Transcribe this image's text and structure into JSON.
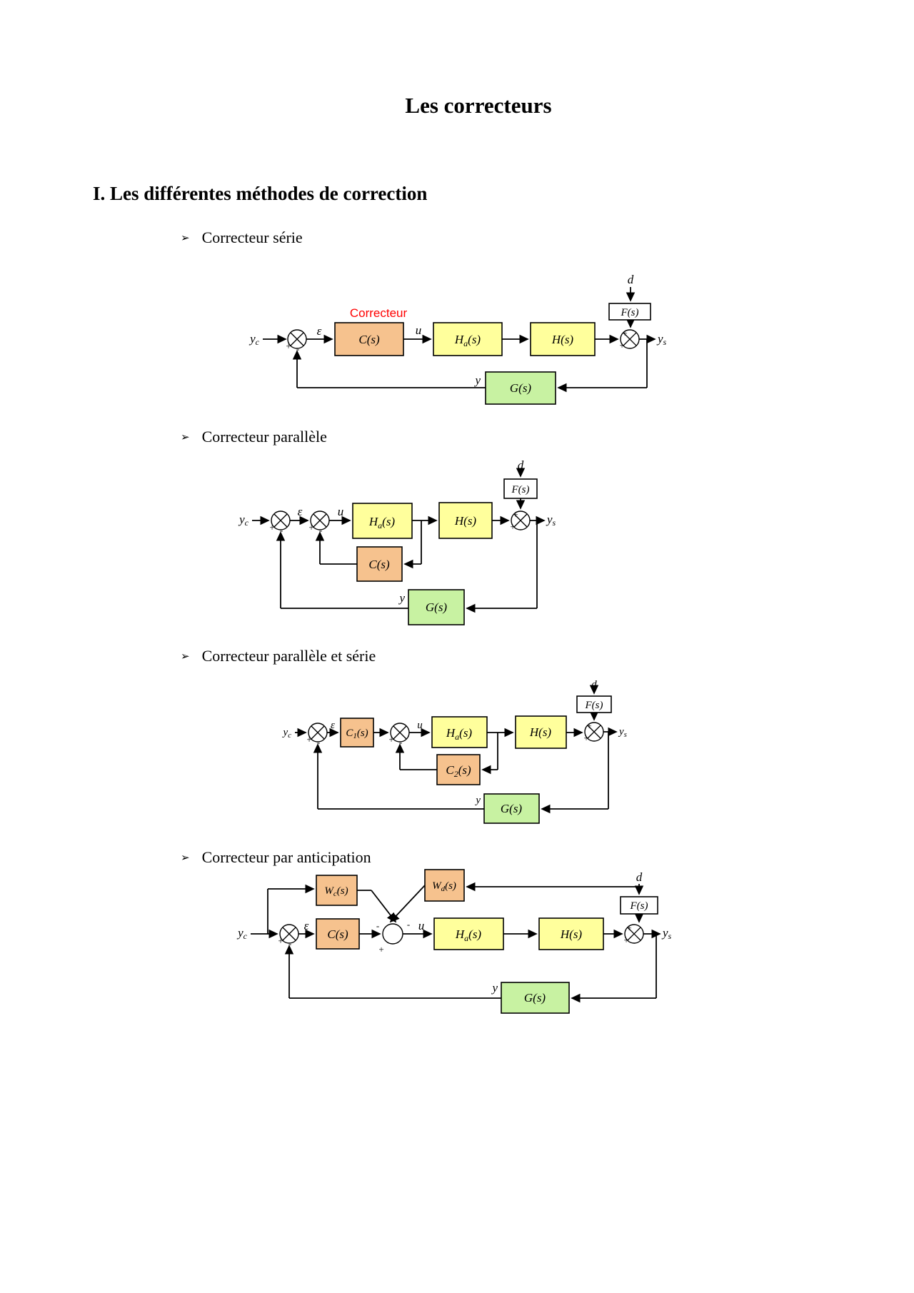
{
  "title": "Les correcteurs",
  "heading": "I. Les différentes méthodes de correction",
  "bullets": {
    "glyph": "➢",
    "serie": "Correcteur série",
    "parallele": "Correcteur parallèle",
    "parallele_serie": "Correcteur parallèle et série",
    "anticipation": "Correcteur par anticipation"
  },
  "annotations": {
    "correcteur": "Correcteur"
  },
  "signals": {
    "y": "y",
    "sub_c": "c",
    "sub_s": "s",
    "epsilon": "ε",
    "u": "u",
    "d": "d"
  },
  "blocks": {
    "C": "C",
    "H": "H",
    "F": "F",
    "G": "G",
    "W": "W",
    "sub_a": "a",
    "sub_c": "c",
    "sub_d": "d",
    "sub_1": "1",
    "sub_2": "2",
    "s_arg": "(s)"
  },
  "signs": {
    "plus": "+",
    "minus": "-"
  },
  "colors": {
    "corrector_fill": "#F6C28E",
    "process_fill": "#FFFF9C",
    "sensor_fill": "#C8F2A2",
    "disturbance_fill": "#FFFFFF",
    "correcteur_label": "#FF0000",
    "line": "#000000"
  }
}
